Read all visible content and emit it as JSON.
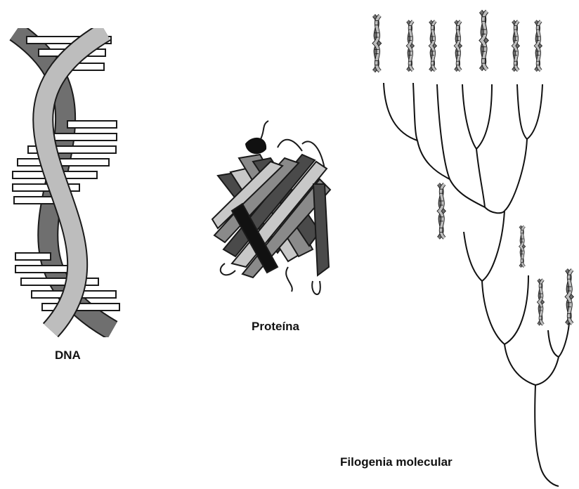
{
  "labels": {
    "dna": "DNA",
    "protein": "Proteína",
    "phylogeny": "Filogenia molecular"
  },
  "colors": {
    "strand_dark": "#6f6f6f",
    "strand_light": "#bdbdbd",
    "outline": "#1a1a1a",
    "protein_dark": "#4a4a4a",
    "protein_mid": "#8a8a8a",
    "protein_light": "#c8c8c8"
  }
}
